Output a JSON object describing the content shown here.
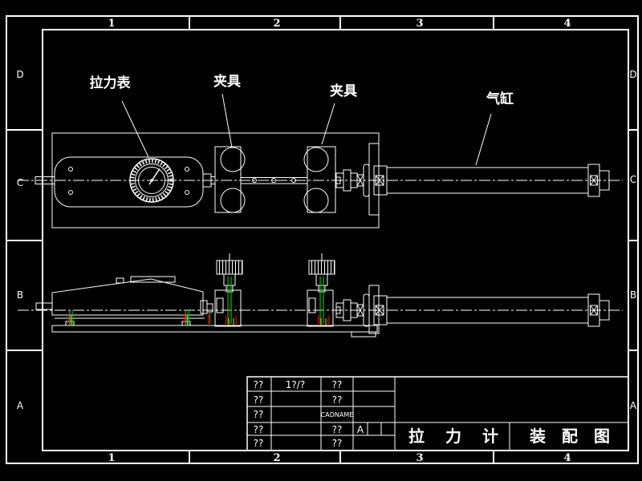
{
  "colors": {
    "background": "#000000",
    "line": "#ffffff",
    "hidden_line_green": "#00c000",
    "screw_red": "#f00000",
    "screw_olive": "#b8b800"
  },
  "frame": {
    "top_zones": [
      "1",
      "2",
      "3",
      "4"
    ],
    "bottom_zones": [
      "1",
      "2",
      "3",
      "4"
    ],
    "left_zones": [
      "D",
      "C",
      "B",
      "A"
    ],
    "right_zones": [
      "D",
      "C",
      "B",
      "A"
    ]
  },
  "annotations": {
    "gauge_label": "拉力表",
    "clamp_left_label": "夹具",
    "clamp_right_label": "夹具",
    "cylinder_label": "气缸"
  },
  "title_block": {
    "col1": [
      "??",
      "??",
      "??",
      "??",
      "??"
    ],
    "scale": "1?/?",
    "col3": [
      "??",
      "??",
      "CADNAME",
      "??",
      "??"
    ],
    "revision": "A",
    "product_name": "拉力计",
    "drawing_name": "装配图"
  }
}
